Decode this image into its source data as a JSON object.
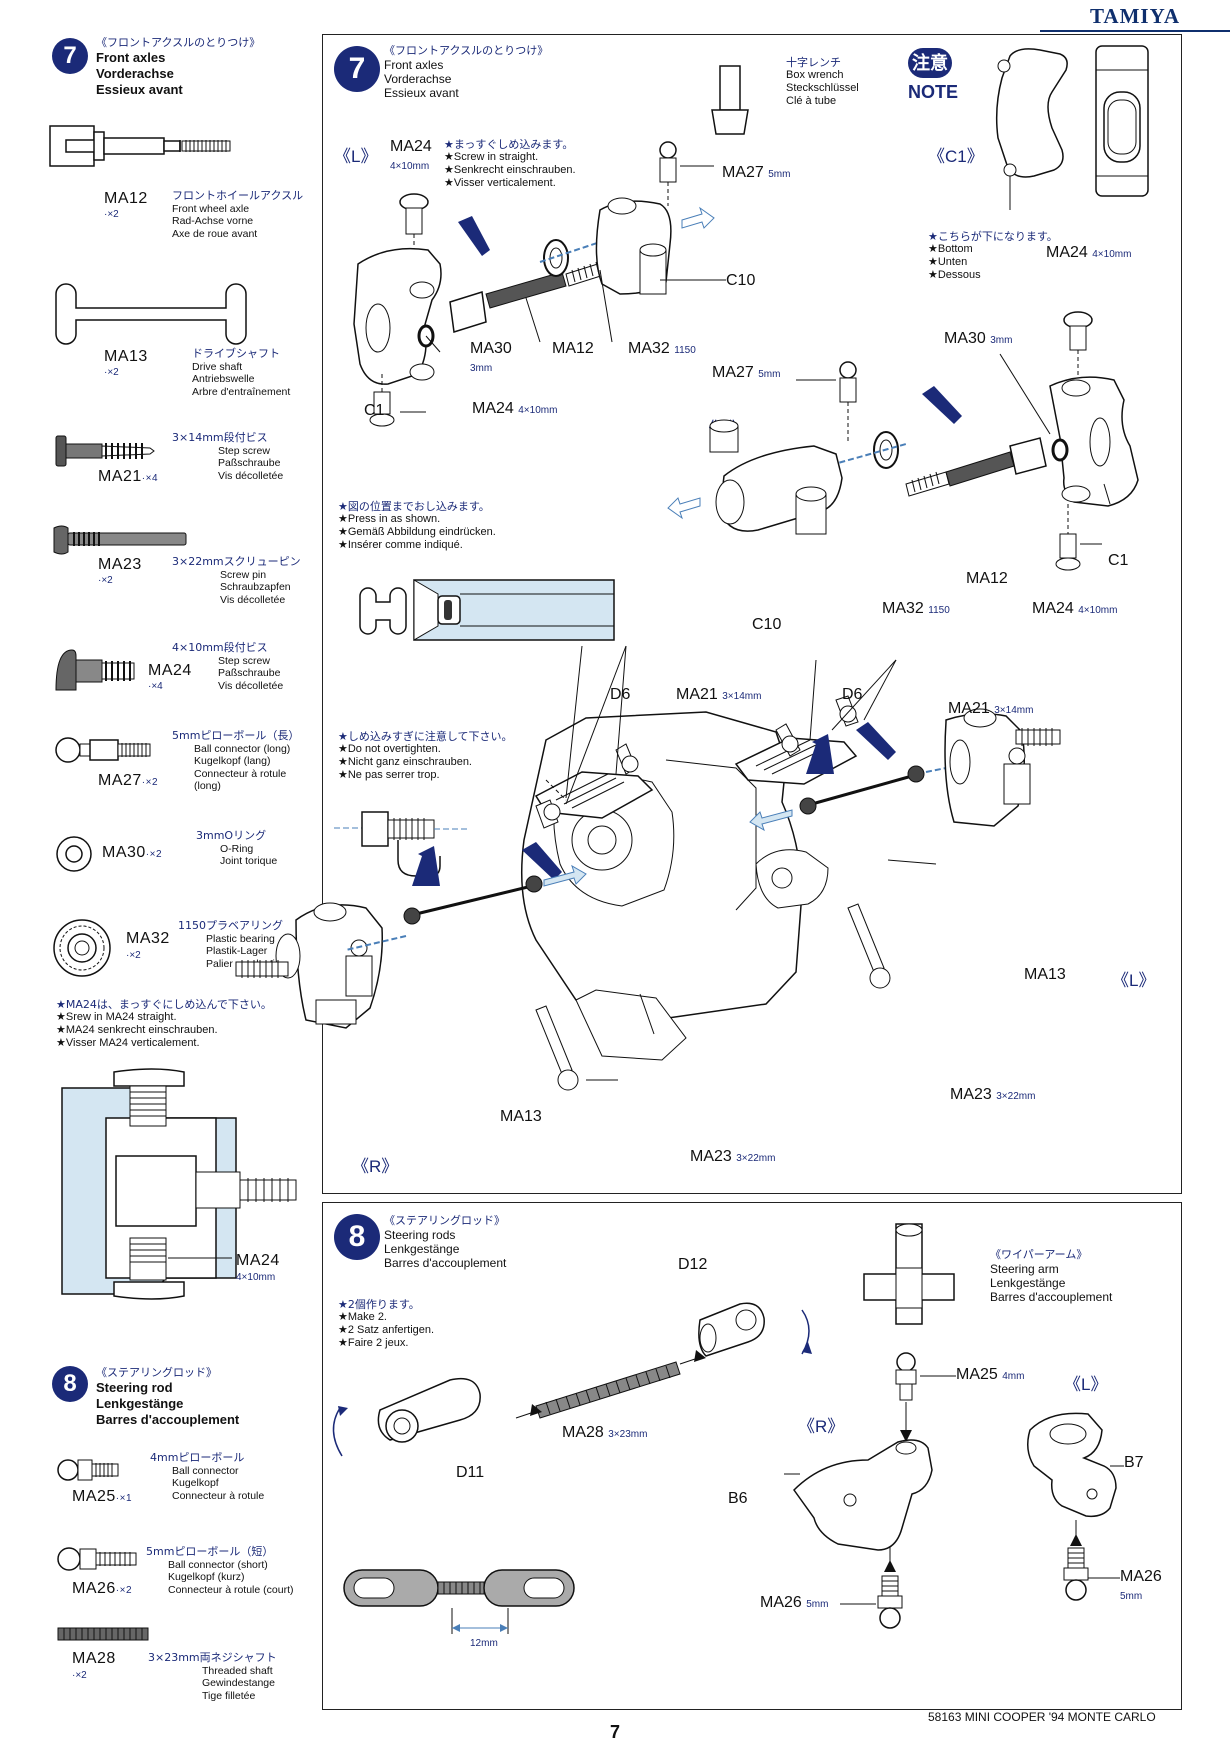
{
  "header": {
    "brand": "TAMIYA"
  },
  "sidebar": {
    "step7": {
      "number": "7",
      "jp": "《フロントアクスルのとりつけ》",
      "en": "Front axles",
      "de": "Vorderachse",
      "fr": "Essieux avant"
    },
    "parts7": [
      {
        "code": "MA12",
        "qty": "·×2",
        "jp": "フロントホイールアクスル",
        "en": "Front wheel axle",
        "de": "Rad-Achse vorne",
        "fr": "Axe de roue avant"
      },
      {
        "code": "MA13",
        "qty": "·×2",
        "jp": "ドライブシャフト",
        "en": "Drive shaft",
        "de": "Antriebswelle",
        "fr": "Arbre d'entraînement"
      },
      {
        "code": "MA21",
        "qty": "·×4",
        "jp": "3×14mm段付ビス",
        "en": "Step screw",
        "de": "Paßschraube",
        "fr": "Vis décolletée"
      },
      {
        "code": "MA23",
        "qty": "·×2",
        "jp": "3×22mmスクリューピン",
        "en": "Screw pin",
        "de": "Schraubzapfen",
        "fr": "Vis décolletée"
      },
      {
        "code": "MA24",
        "qty": "·×4",
        "jp": "4×10mm段付ビス",
        "en": "Step screw",
        "de": "Paßschraube",
        "fr": "Vis décolletée"
      },
      {
        "code": "MA27",
        "qty": "·×2",
        "jp": "5mmピローボール（長）",
        "en": "Ball connector (long)",
        "de": "Kugelkopf (lang)",
        "fr": "Connecteur à rotule (long)"
      },
      {
        "code": "MA30",
        "qty": "·×2",
        "jp": "3mmOリング",
        "en": "O-Ring",
        "de": "O-Ring",
        "fr": "Joint torique"
      },
      {
        "code": "MA32",
        "qty": "·×2",
        "jp": "1150プラベアリング",
        "en": "Plastic bearing",
        "de": "Plastik-Lager",
        "fr": "Palier en plastique"
      }
    ],
    "ma24note": {
      "jp": "★MA24は、まっすぐにしめ込んで下さい。",
      "en": "★Srew in MA24 straight.",
      "de": "★MA24 senkrecht einschrauben.",
      "fr": "★Visser MA24 verticalement."
    },
    "ma24detail": {
      "code": "MA24",
      "size": "4×10mm"
    },
    "step8": {
      "number": "8",
      "jp": "《ステアリングロッド》",
      "en": "Steering rod",
      "de": "Lenkgestänge",
      "fr": "Barres d'accouplement"
    },
    "parts8": [
      {
        "code": "MA25",
        "qty": "·×1",
        "jp": "4mmピローボール",
        "en": "Ball connector",
        "de": "Kugelkopf",
        "fr": "Connecteur à rotule"
      },
      {
        "code": "MA26",
        "qty": "·×2",
        "jp": "5mmピローボール（短）",
        "en": "Ball connector (short)",
        "de": "Kugelkopf (kurz)",
        "fr": "Connecteur à rotule (court)"
      },
      {
        "code": "MA28",
        "qty": "·×2",
        "jp": "3×23mm両ネジシャフト",
        "en": "Threaded shaft",
        "de": "Gewindestange",
        "fr": "Tige filletée"
      }
    ],
    "rodlength": "12mm"
  },
  "panel7": {
    "number": "7",
    "jp": "《フロントアクスルのとりつけ》",
    "en": "Front axles",
    "de": "Vorderachse",
    "fr": "Essieux avant",
    "tool": {
      "jp": "十字レンチ",
      "en": "Box wrench",
      "de": "Steckschlüssel",
      "fr": "Clé à tube"
    },
    "note_badge": {
      "jp": "注意",
      "en": "NOTE"
    },
    "c1_label": "《C1》",
    "bottom_note": {
      "jp": "★こちらが下になります。",
      "en": "★Bottom",
      "de": "★Unten",
      "fr": "★Dessous"
    },
    "screw_note": {
      "jp": "★まっすぐしめ込みます。",
      "en": "★Screw in straight.",
      "de": "★Senkrecht einschrauben.",
      "fr": "★Visser verticalement."
    },
    "press_note": {
      "jp": "★図の位置までおし込みます。",
      "en": "★Press in as shown.",
      "de": "★Gemäß Abbildung eindrücken.",
      "fr": "★Insérer comme indiqué."
    },
    "tight_note": {
      "jp": "★しめ込みすぎに注意して下さい。",
      "en": "★Do not overtighten.",
      "de": "★Nicht ganz einschrauben.",
      "fr": "★Ne pas serrer trop."
    },
    "labels": {
      "L": "《L》",
      "R": "《R》",
      "R2": "《R》",
      "L2": "《L》",
      "ma24": "MA24",
      "ma24u": "4×10mm",
      "ma27": "MA27",
      "ma27u": "5mm",
      "c10": "C10",
      "c1": "C1",
      "ma30": "MA30",
      "ma30u": "3mm",
      "ma12": "MA12",
      "ma32": "MA32",
      "ma32u": "1150",
      "d6": "D6",
      "ma21": "MA21",
      "ma21u": "3×14mm",
      "ma13": "MA13",
      "ma23": "MA23",
      "ma23u": "3×22mm"
    }
  },
  "panel8": {
    "number": "8",
    "jp": "《ステアリングロッド》",
    "en": "Steering rods",
    "de": "Lenkgestänge",
    "fr": "Barres d'accouplement",
    "make_note": {
      "jp": "★2個作ります。",
      "en": "★Make 2.",
      "de": "★2 Satz anfertigen.",
      "fr": "★Faire 2 jeux."
    },
    "wiper": {
      "jp": "《ワイパーアーム》",
      "en": "Steering arm",
      "de": "Lenkgestänge",
      "fr": "Barres d'accouplement"
    },
    "labels": {
      "d12": "D12",
      "d11": "D11",
      "ma28": "MA28",
      "ma28u": "3×23mm",
      "ma25": "MA25",
      "ma25u": "4mm",
      "L": "《L》",
      "R": "《R》",
      "b7": "B7",
      "b6": "B6",
      "ma26": "MA26",
      "ma26u": "5mm"
    }
  },
  "footer": {
    "page": "7",
    "model": "58163 MINI COOPER '94 MONTE CARLO"
  }
}
